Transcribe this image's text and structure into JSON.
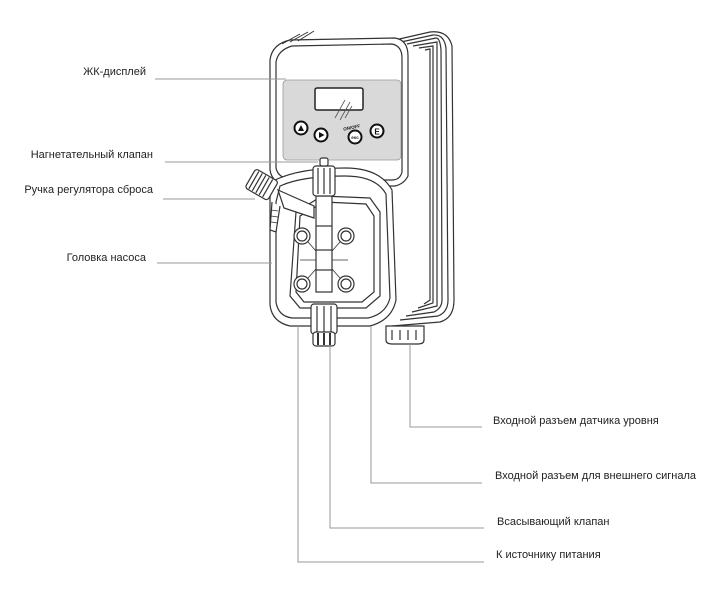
{
  "diagram": {
    "subject": "dosing-pump",
    "labels_left": [
      {
        "id": "lcd",
        "text": "ЖК-дисплей"
      },
      {
        "id": "discharge-valve",
        "text": "Нагнетательный клапан"
      },
      {
        "id": "relief-knob",
        "text": "Ручка регулятора сброса"
      },
      {
        "id": "pump-head",
        "text": "Головка насоса"
      }
    ],
    "labels_right": [
      {
        "id": "level-sensor-input",
        "text": "Входной разъем датчика уровня"
      },
      {
        "id": "external-signal-input",
        "text": "Входной разъем для внешнего сигнала"
      },
      {
        "id": "suction-valve",
        "text": "Всасывающий клапан"
      },
      {
        "id": "power-supply",
        "text": "К источнику питания"
      }
    ],
    "panel_buttons": [
      {
        "id": "up",
        "glyph": "▲"
      },
      {
        "id": "right",
        "glyph": "▶"
      },
      {
        "id": "esc",
        "glyph": "esc",
        "caption": "ON/OFF"
      },
      {
        "id": "enter",
        "glyph": "E"
      }
    ]
  }
}
